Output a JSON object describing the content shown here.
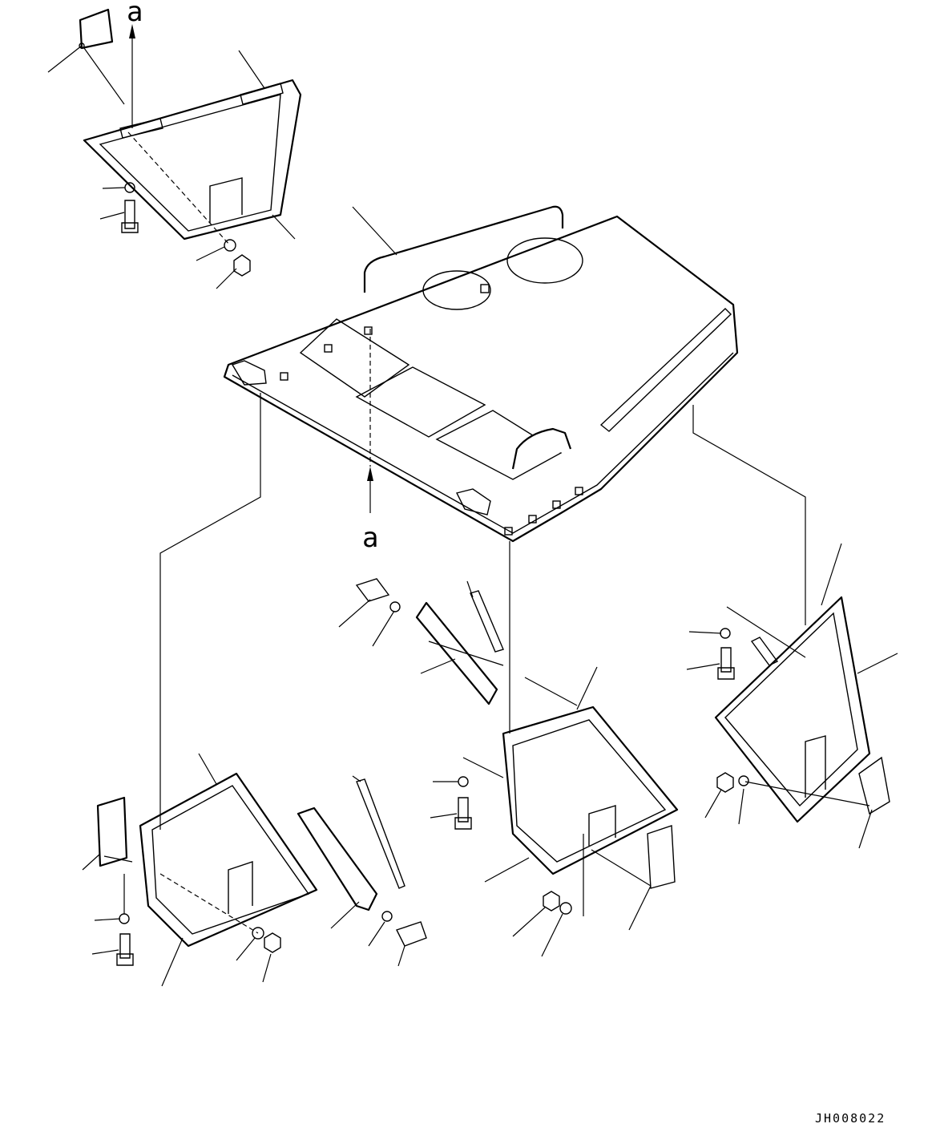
{
  "view_marker": {
    "top": "a",
    "bottom": "a"
  },
  "drawing_code": "JH008022"
}
